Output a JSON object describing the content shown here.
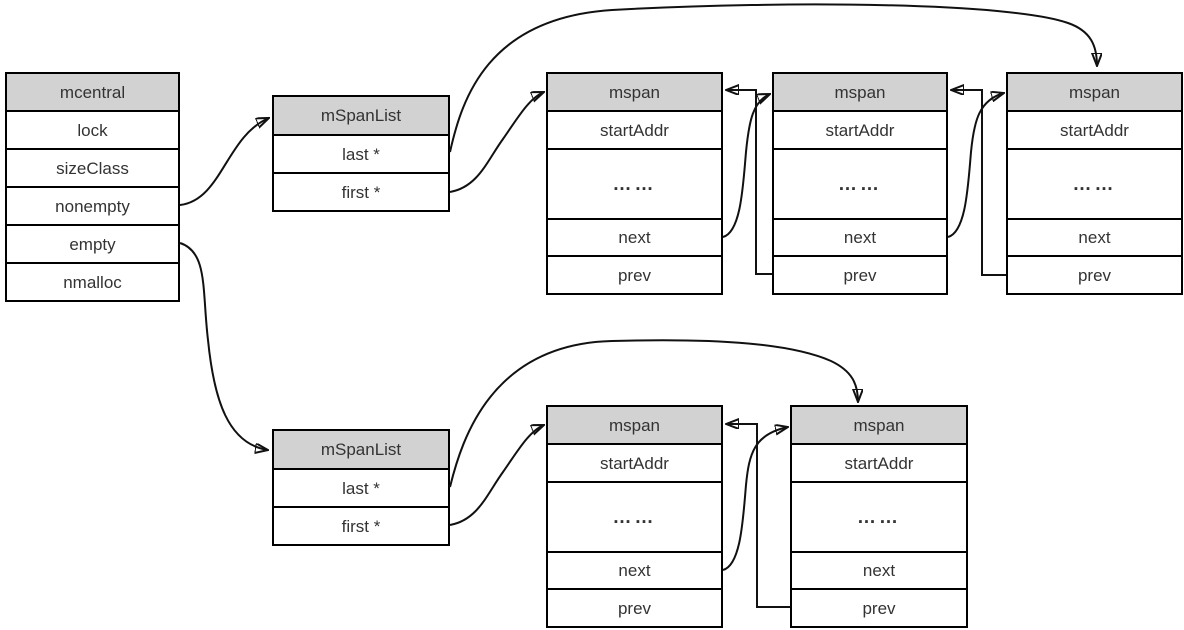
{
  "colors": {
    "header_fill": "#d2d2d2",
    "border": "#000000",
    "text": "#333333",
    "canvas": "#ffffff",
    "arrow": "#111111"
  },
  "mcentral": {
    "title": "mcentral",
    "rows": [
      "lock",
      "sizeClass",
      "nonempty",
      "empty",
      "nmalloc"
    ]
  },
  "span_lists": [
    {
      "title": "mSpanList",
      "rows": [
        "last *",
        "first *"
      ]
    },
    {
      "title": "mSpanList",
      "rows": [
        "last *",
        "first *"
      ]
    }
  ],
  "mspans": [
    {
      "title": "mspan",
      "rows": [
        "startAddr",
        "……",
        "next",
        "prev"
      ]
    },
    {
      "title": "mspan",
      "rows": [
        "startAddr",
        "……",
        "next",
        "prev"
      ]
    },
    {
      "title": "mspan",
      "rows": [
        "startAddr",
        "……",
        "next",
        "prev"
      ]
    },
    {
      "title": "mspan",
      "rows": [
        "startAddr",
        "……",
        "next",
        "prev"
      ]
    },
    {
      "title": "mspan",
      "rows": [
        "startAddr",
        "……",
        "next",
        "prev"
      ]
    }
  ],
  "edges": [
    {
      "from": "mcentral.nonempty",
      "to": "mSpanList-top.header"
    },
    {
      "from": "mcentral.empty",
      "to": "mSpanList-bottom.header"
    },
    {
      "from": "mSpanList-top.first",
      "to": "mspan-1.header"
    },
    {
      "from": "mSpanList-top.last",
      "to": "mspan-3.header"
    },
    {
      "from": "mspan-1.next",
      "to": "mspan-2.header"
    },
    {
      "from": "mspan-2.prev",
      "to": "mspan-1.header"
    },
    {
      "from": "mspan-2.next",
      "to": "mspan-3.header"
    },
    {
      "from": "mspan-3.prev",
      "to": "mspan-2.header"
    },
    {
      "from": "mSpanList-bottom.first",
      "to": "mspan-4.header"
    },
    {
      "from": "mSpanList-bottom.last",
      "to": "mspan-5.header"
    },
    {
      "from": "mspan-4.next",
      "to": "mspan-5.header"
    },
    {
      "from": "mspan-5.prev",
      "to": "mspan-4.header"
    }
  ]
}
